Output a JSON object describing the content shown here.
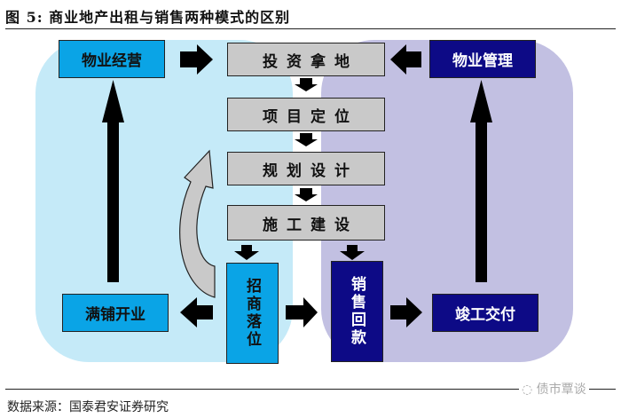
{
  "figure": {
    "title": "图 5:  商业地产出租与销售两种模式的区别",
    "source": "数据来源：国泰君安证券研究",
    "watermark": "债市覃谈"
  },
  "colors": {
    "rental_panel": "#c5eaf8",
    "sales_panel": "#c2c0e2",
    "rental_box": "#0aa4e6",
    "sales_box": "#0d0a86",
    "common_box": "#c9c9c9"
  },
  "common_steps": [
    "投资拿地",
    "项目定位",
    "规划设计",
    "施工建设"
  ],
  "rental_mode": {
    "leasing": "招商落位",
    "opening": "满铺开业",
    "operation": "物业经营"
  },
  "sales_mode": {
    "collection": "销售回款",
    "delivery": "竣工交付",
    "management": "物业管理"
  }
}
